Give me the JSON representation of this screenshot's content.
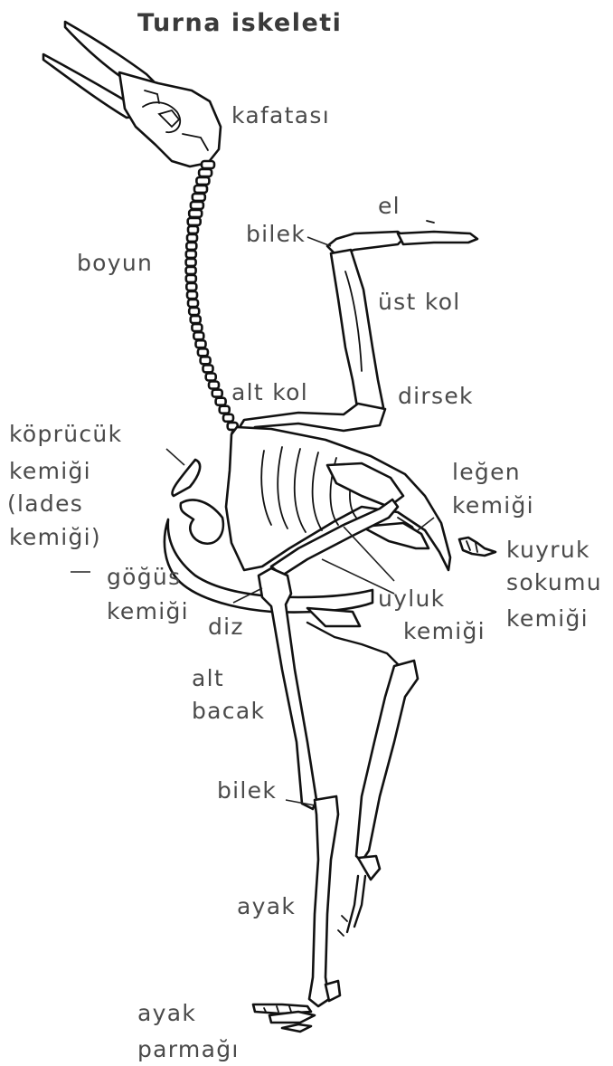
{
  "title": "Turna iskeleti",
  "labels": {
    "kafatasi": "kafatası",
    "el": "el",
    "bilek_ust": "bilek",
    "boyun": "boyun",
    "ust_kol": "üst kol",
    "alt_kol": "alt kol",
    "dirsek": "dirsek",
    "kopruck_1": "köprücük",
    "kopruck_2": "kemiği",
    "kopruck_3": "(lades",
    "kopruck_4": "kemiği)",
    "legen_1": "leğen",
    "legen_2": "kemiği",
    "kuyruk_1": "kuyruk",
    "kuyruk_2": "sokumu",
    "kuyruk_3": "kemiği",
    "gogus_1": "göğüs",
    "gogus_2": "kemiği",
    "diz": "diz",
    "uyluk_1": "uyluk",
    "uyluk_2": "kemiği",
    "alt_bacak_1": "alt",
    "alt_bacak_2": "bacak",
    "bilek_alt": "bilek",
    "ayak": "ayak",
    "ayak_parmagi_1": "ayak",
    "ayak_parmagi_2": "parmağı"
  }
}
